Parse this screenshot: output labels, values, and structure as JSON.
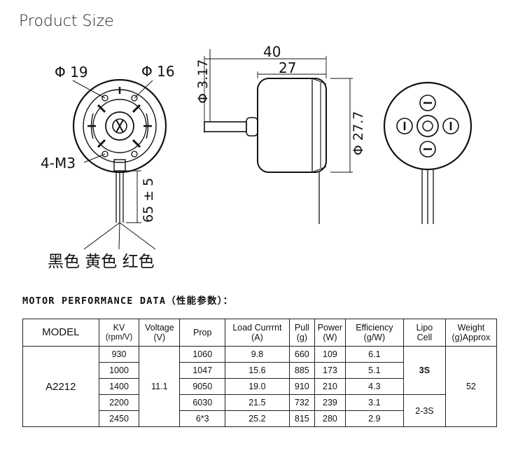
{
  "page_title": "Product Size",
  "dimensions": {
    "phi19": "Φ 19",
    "phi16": "Φ 16",
    "screws": "4-M3",
    "lead_length": "65 ± 5",
    "wire_colors": "黑色 黄色 红色",
    "phi3_17": "Φ 3.17",
    "len40": "40",
    "len27": "27",
    "phi27_7": "Φ 27.7"
  },
  "section_heading": "MOTOR PERFORMANCE DATA（性能参数）：",
  "table": {
    "headers": [
      {
        "line1": "MODEL",
        "line2": ""
      },
      {
        "line1": "KV",
        "line2": "(rpm/V)"
      },
      {
        "line1": "Voltage",
        "line2": "(V)"
      },
      {
        "line1": "Prop",
        "line2": ""
      },
      {
        "line1": "Load Currrnt",
        "line2": "(A)"
      },
      {
        "line1": "Pull",
        "line2": "(g)"
      },
      {
        "line1": "Power",
        "line2": "(W)"
      },
      {
        "line1": "Efficiency",
        "line2": "(g/W)"
      },
      {
        "line1": "Lipo",
        "line2": "Cell"
      },
      {
        "line1": "Weight",
        "line2": "(g)Approx"
      }
    ],
    "model": "A2212",
    "voltage": "11.1",
    "lipo_3s": "3S",
    "lipo_23s": "2-3S",
    "weight": "52",
    "rows": [
      {
        "kv": "930",
        "prop": "1060",
        "current": "9.8",
        "pull": "660",
        "power": "109",
        "eff": "6.1"
      },
      {
        "kv": "1000",
        "prop": "1047",
        "current": "15.6",
        "pull": "885",
        "power": "173",
        "eff": "5.1"
      },
      {
        "kv": "1400",
        "prop": "9050",
        "current": "19.0",
        "pull": "910",
        "power": "210",
        "eff": "4.3"
      },
      {
        "kv": "2200",
        "prop": "6030",
        "current": "21.5",
        "pull": "732",
        "power": "239",
        "eff": "3.1"
      },
      {
        "kv": "2450",
        "prop": "6*3",
        "current": "25.2",
        "pull": "815",
        "power": "280",
        "eff": "2.9"
      }
    ]
  }
}
